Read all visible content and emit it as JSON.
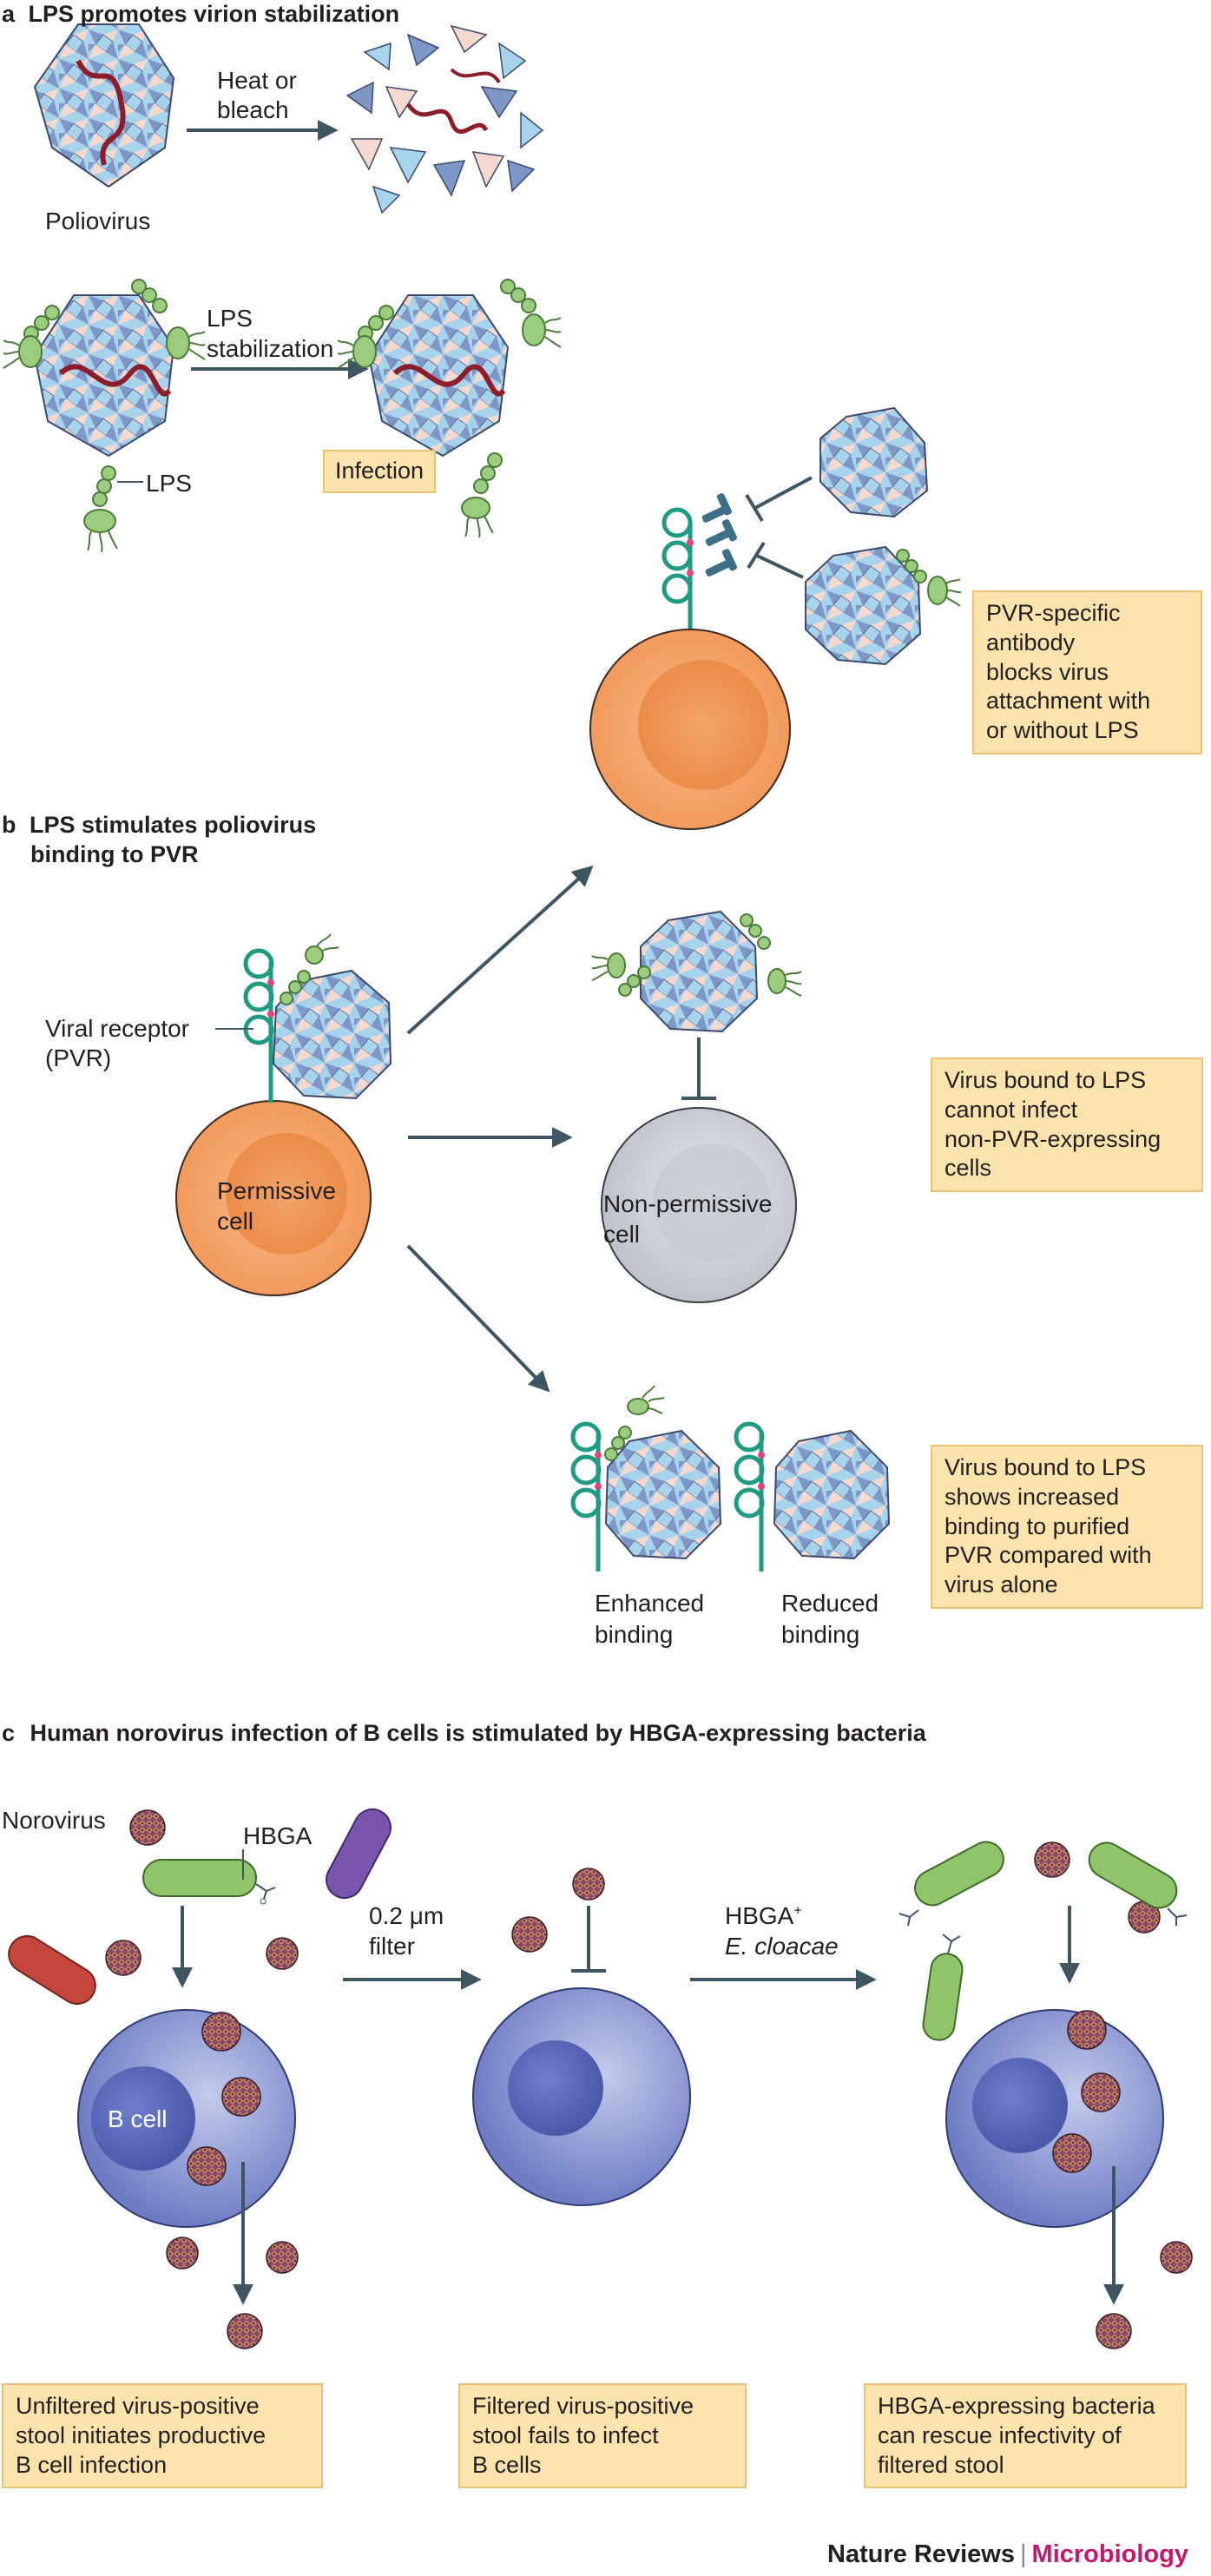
{
  "panel_a": {
    "letter": "a",
    "title": "LPS promotes virion stabilization",
    "heat_line1": "Heat or",
    "heat_line2": "bleach",
    "poliovirus": "Poliovirus",
    "lps_stab_line1": "LPS",
    "lps_stab_line2": "stabilization",
    "lps": "LPS",
    "infection": "Infection"
  },
  "antibody_box": [
    "PVR-specific",
    "antibody",
    "blocks virus",
    "attachment with",
    "or without LPS"
  ],
  "panel_b": {
    "letter": "b",
    "title_line1": "LPS stimulates poliovirus",
    "title_line2": "binding to PVR",
    "receptor_line1": "Viral receptor",
    "receptor_line2": "(PVR)",
    "permissive_line1": "Permissive",
    "permissive_line2": "cell",
    "nonpermissive_line1": "Non-permissive",
    "nonpermissive_line2": "cell",
    "enhanced_line1": "Enhanced",
    "enhanced_line2": "binding",
    "reduced_line1": "Reduced",
    "reduced_line2": "binding",
    "box_nonpvr": [
      "Virus bound to LPS",
      "cannot infect",
      "non-PVR-expressing",
      "cells"
    ],
    "box_binding": [
      "Virus bound to LPS",
      "shows increased",
      "binding to purified",
      "PVR compared with",
      "virus alone"
    ]
  },
  "panel_c": {
    "letter": "c",
    "title": "Human norovirus infection of B cells is stimulated by HBGA-expressing bacteria",
    "norovirus": "Norovirus",
    "hbga": "HBGA",
    "filter_line1": "0.2 μm",
    "filter_line2": "filter",
    "hbga_plus": "HBGA",
    "hbga_plus_sup": "+",
    "cloacae": "E. cloacae",
    "bcell": "B cell",
    "box1": [
      "Unfiltered virus-positive",
      "stool initiates productive",
      "B cell infection"
    ],
    "box2": [
      "Filtered virus-positive",
      "stool fails to infect",
      "B cells"
    ],
    "box3": [
      "HBGA-expressing bacteria",
      "can rescue infectivity of",
      "filtered stool"
    ]
  },
  "footer": {
    "journal": "Nature Reviews",
    "separator": "|",
    "section": "Microbiology"
  },
  "colors": {
    "capsid_light": "#a8d3ec",
    "capsid_dark": "#7f97c6",
    "capsid_pink": "#f5d9cf",
    "rna": "#8b1e2a",
    "lps_green": "#9ccc7d",
    "pvr_teal": "#1f9b84",
    "antibody": "#3f6f86",
    "permissive_cell": "#f4a46a",
    "nonpermissive_cell": "#c7ccd4",
    "b_cell": "#7b88cc",
    "norovirus": "#8a4a66",
    "bacteria_green": "#8fc46a",
    "bacteria_purple": "#7a55ad",
    "bacteria_red": "#c4463c",
    "box_fill": "#fbe3ad",
    "arrow": "#3e5661"
  }
}
